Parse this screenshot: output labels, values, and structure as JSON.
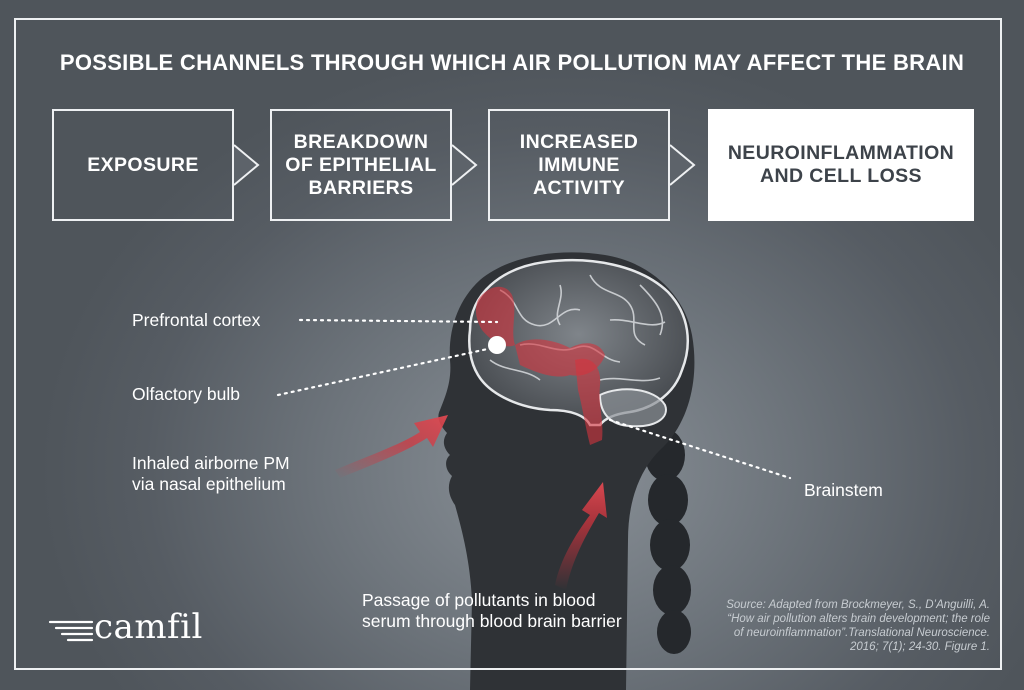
{
  "title": "POSSIBLE CHANNELS THROUGH WHICH AIR POLLUTION MAY AFFECT THE BRAIN",
  "steps": [
    {
      "label": "EXPOSURE"
    },
    {
      "label": "BREAKDOWN\nOF EPITHELIAL\nBARRIERS"
    },
    {
      "label": "INCREASED\nIMMUNE\nACTIVITY"
    },
    {
      "label": "NEUROINFLAMMATION\nAND CELL LOSS"
    }
  ],
  "labels": {
    "prefrontal": "Prefrontal cortex",
    "olfactory": "Olfactory bulb",
    "inhaled": "Inhaled airborne PM\nvia nasal epithelium",
    "brainstem": "Brainstem",
    "passage": "Passage of pollutants in blood\nserum through blood brain barrier"
  },
  "source": "Source: Adapted from Brockmeyer, S., D’Anguilli, A.\n“How air pollution alters brain development; the role\nof neuroinflammation”.Translational Neuroscience.\n2016; 7(1); 24-30. Figure 1.",
  "logo": {
    "text": "camfil"
  },
  "colors": {
    "background": "#5b6168",
    "box_border": "#eef0f2",
    "final_box_fill": "#ffffff",
    "highlight_red": "#d6333d",
    "silhouette": "#2f3236"
  }
}
